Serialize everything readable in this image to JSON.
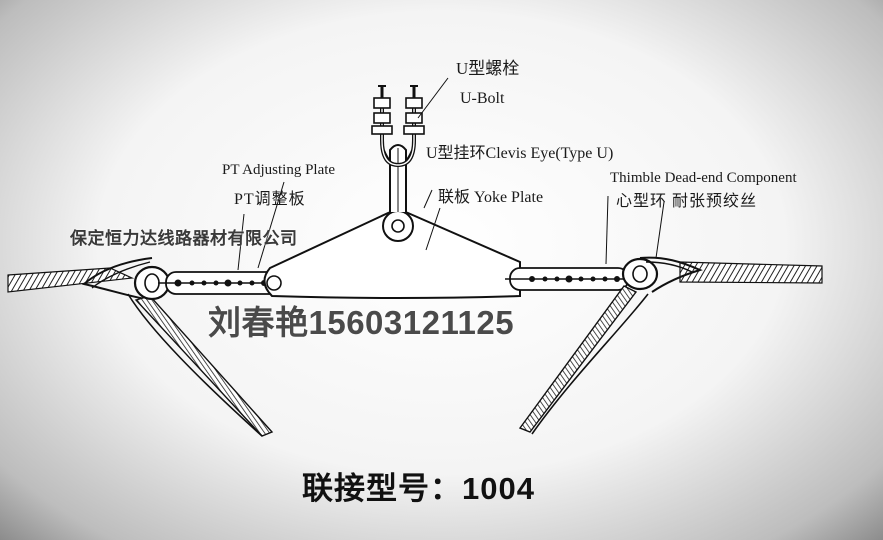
{
  "labels": {
    "u_bolt_cn": "U型螺栓",
    "u_bolt_en": "U-Bolt",
    "clevis_eye": "U型挂环Clevis Eye(Type U)",
    "pt_plate_en": "PT Adjusting Plate",
    "pt_plate_cn": "PT调整板",
    "yoke_plate": "联板 Yoke Plate",
    "thimble_en": "Thimble Dead-end Component",
    "thimble_cn": "心型环 耐张预绞丝"
  },
  "watermark": {
    "company": "保定恒力达线路器材有限公司",
    "contact": "刘春艳15603121125"
  },
  "footer": {
    "model": "联接型号：1004"
  }
}
